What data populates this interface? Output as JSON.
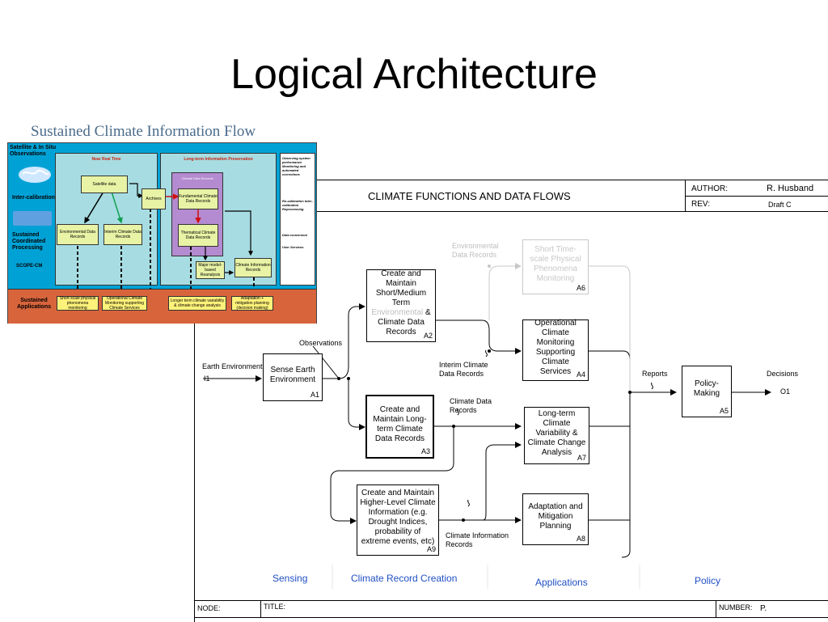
{
  "slide": {
    "title": "Logical Architecture"
  },
  "diagram": {
    "header_title": "CLIMATE FUNCTIONS AND DATA FLOWS",
    "author_label": "AUTHOR:",
    "author_value": "R. Husband",
    "rev_label": "REV:",
    "rev_value": "Draft C",
    "footer": {
      "node_label": "NODE:",
      "title_label": "TITLE:",
      "number_label": "NUMBER:",
      "number_value": "P."
    },
    "bands": [
      "Sensing",
      "Climate Record Creation",
      "Applications",
      "Policy"
    ],
    "boxes": {
      "a1": {
        "text": "Sense Earth Environment",
        "id": "A1"
      },
      "a2": {
        "line1": "Create and Maintain Short/Medium Term",
        "grey_word": "Environmental",
        "amp": "&",
        "line2": "Climate Data Records",
        "id": "A2"
      },
      "a3": {
        "text": "Create and Maintain Long-term Climate Data Records",
        "id": "A3"
      },
      "a4": {
        "text": "Operational Climate Monitoring Supporting Climate Services",
        "id": "A4"
      },
      "a5": {
        "text": "Policy-Making",
        "id": "A5"
      },
      "a6": {
        "text": "Short Time-scale Physical Phenomena Monitoring",
        "id": "A6"
      },
      "a7": {
        "text": "Long-term Climate Variability & Climate Change Analysis",
        "id": "A7"
      },
      "a8": {
        "text": "Adaptation and Mitigation Planning",
        "id": "A8"
      },
      "a9": {
        "text": "Create and Maintain Higher-Level Climate Information (e.g. Drought Indices, probability of extreme events, etc)",
        "id": "A9"
      }
    },
    "labels": {
      "earth_env": "Earth Environment",
      "i1": "I1",
      "observations": "Observations",
      "env_data_records": "Environmental Data Records",
      "interim": "Interim Climate Data Records",
      "climate_data_records": "Climate Data Records",
      "climate_info_records": "Climate Information Records",
      "reports": "Reports",
      "decisions": "Decisions",
      "o1": "O1"
    }
  },
  "overlay": {
    "title": "Sustained Climate Information Flow",
    "left_labels": {
      "sat": "Satellite & In Situ Observations",
      "intercal": "Inter-calibration",
      "sustained": "Sustained Coordinated Processing",
      "scope": "SCOPE-CM",
      "applications": "Sustained Applications"
    },
    "panels": {
      "nrt": "Near Real Time",
      "ltip": "Long-term Information Preservation",
      "cdr": "Climate Data Records"
    },
    "boxes": {
      "satellite_data": "Satellite data",
      "archives": "Archives",
      "fcdr": "Fundamental Climate Data Records",
      "tcdr": "Thematical Climate Data Records",
      "edr": "Environmental Data Records",
      "interim": "Interim Climate Data Records",
      "reanalysis": "Major model-based Reanalysis",
      "cir": "Climate Information Records"
    },
    "apps": [
      "Short scale physical phenomena monitoring",
      "Operational Climate Monitoring supporting Climate Services",
      "Longer term climate variability & climate change analysis",
      "Adaptation + mitigation planning (decision making)"
    ],
    "legend": {
      "item1": "Observing system performance Monitoring and automated corrections",
      "item2": "Re-calibration Inter-calibration Reprocessing",
      "item3": "Data conversion",
      "item4": "User Services"
    }
  }
}
